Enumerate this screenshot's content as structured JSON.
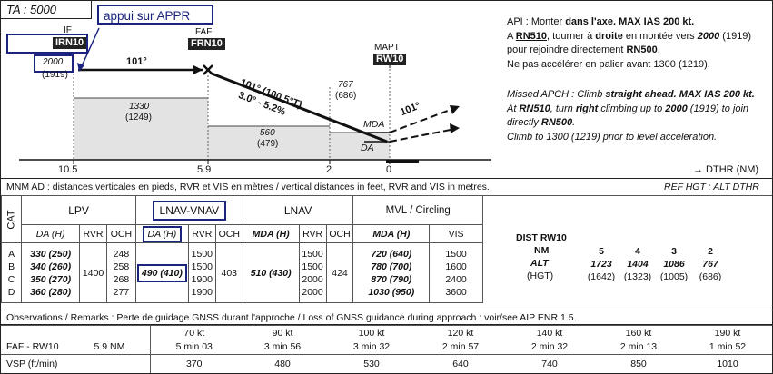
{
  "ta": "TA : 5000",
  "callout": "appui sur APPR",
  "profile": {
    "if_label": "IF",
    "if_fix": "IRN10",
    "if_alt": "2000",
    "if_alt_m": "(1919)",
    "faf_label": "FAF",
    "faf_fix": "FRN10",
    "mapt_label": "MAPT",
    "mapt_fix": "RW10",
    "course1": "101°",
    "course2": "101° (100.5°T)",
    "glide": "3.0° - 5.2%",
    "s1_alt": "1330",
    "s1_alt_m": "(1249)",
    "s2_alt": "560",
    "s2_alt_m": "(479)",
    "s3_alt": "767",
    "s3_alt_m": "(686)",
    "mda": "MDA",
    "da": "DA",
    "missed_course": "101°",
    "dist1": "10.5",
    "dist2": "5.9",
    "dist3": "2",
    "dist4": "0",
    "dthr": "→ DTHR (NM)"
  },
  "notes": {
    "fr1a": "API : Monter ",
    "fr1b": "dans l'axe. MAX IAS 200 kt.",
    "fr2a": "A ",
    "fr2b": "RN510",
    "fr2c": ", tourner à ",
    "fr2d": "droite",
    "fr2e": " en montée vers ",
    "fr2f": "2000",
    "fr2g": " (1919)",
    "fr3a": "pour rejoindre directement ",
    "fr3b": "RN500",
    "fr3c": ".",
    "fr4": "Ne pas accélérer en palier avant 1300 (1219).",
    "en1a": "Missed APCH : Climb ",
    "en1b": "straight ahead. MAX IAS 200 kt.",
    "en2a": "At ",
    "en2b": "RN510",
    "en2c": ", turn ",
    "en2d": "right",
    "en2e": " climbing up to ",
    "en2f": "2000",
    "en2g": " (1919) to join",
    "en3a": "directly ",
    "en3b": "RN500",
    "en3c": ".",
    "en4": "Climb to 1300 (1219) prior to level acceleration."
  },
  "mnm": {
    "left": "MNM AD : distances verticales en pieds, RVR et VIS en mètres / vertical distances in feet, RVR and VIS in metres.",
    "right": "REF HGT : ALT DTHR",
    "cat": "CAT",
    "groups": [
      "LPV",
      "LNAV-VNAV",
      "LNAV",
      "MVL / Circling"
    ],
    "subheads": {
      "lpv": [
        "DA (H)",
        "RVR",
        "OCH"
      ],
      "lnavvnav": [
        "DA (H)",
        "RVR",
        "OCH"
      ],
      "lnav": [
        "MDA (H)",
        "RVR",
        "OCH"
      ],
      "mvl": [
        "MDA (H)",
        "VIS"
      ]
    },
    "cats": [
      "A",
      "B",
      "C",
      "D"
    ],
    "lpv_da": [
      "330 (250)",
      "340 (260)",
      "350 (270)",
      "360 (280)"
    ],
    "lpv_rvr": "1400",
    "lpv_och": [
      "248",
      "258",
      "268",
      "277"
    ],
    "lv_da": "490 (410)",
    "lv_rvr": [
      "1500",
      "1500",
      "1900",
      "1900"
    ],
    "lv_och": "403",
    "ln_mda": "510 (430)",
    "ln_rvr": [
      "1500",
      "1500",
      "2000",
      "2000"
    ],
    "ln_och": "424",
    "mvl_mda": [
      "720 (640)",
      "780 (700)",
      "870 (790)",
      "1030 (950)"
    ],
    "mvl_vis": [
      "1500",
      "1600",
      "2400",
      "3600"
    ],
    "dist_title": "DIST RW10",
    "dist_nm_label": "NM",
    "dist_alt_label": "ALT",
    "dist_hgt_label": "(HGT)",
    "dist_nm": [
      "5",
      "4",
      "3",
      "2"
    ],
    "dist_alt": [
      "1723",
      "1404",
      "1086",
      "767"
    ],
    "dist_hgt": [
      "(1642)",
      "(1323)",
      "(1005)",
      "(686)"
    ]
  },
  "observations": "Observations / Remarks : Perte de guidage GNSS durant l'approche / Loss of GNSS guidance during approach : voir/see AIP ENR 1.5.",
  "speeds": {
    "faf_label": "FAF - RW10",
    "faf_dist": "5.9 NM",
    "vsp_label": "VSP (ft/min)",
    "kt": [
      "70 kt",
      "90 kt",
      "100 kt",
      "120 kt",
      "140 kt",
      "160 kt",
      "190 kt"
    ],
    "times": [
      "5 min 03",
      "3 min 56",
      "3 min 32",
      "2 min 57",
      "2 min 32",
      "2 min 13",
      "1 min 52"
    ],
    "vsp": [
      "370",
      "480",
      "530",
      "640",
      "740",
      "850",
      "1010"
    ]
  }
}
